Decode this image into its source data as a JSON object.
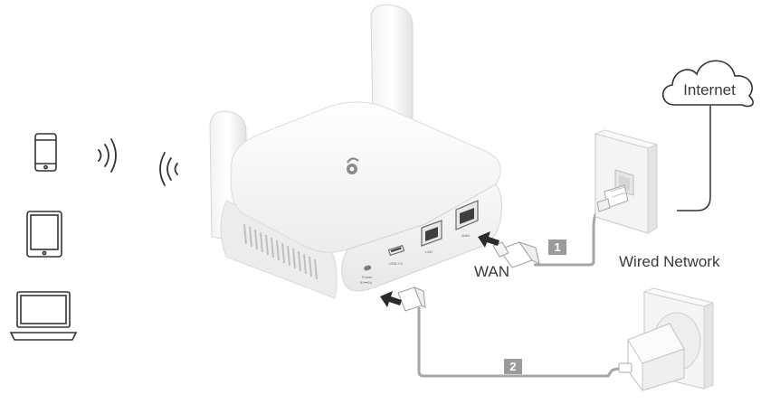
{
  "labels": {
    "internet": "Internet",
    "wired_network": "Wired Network",
    "wan": "WAN",
    "step1": "1",
    "step2": "2"
  },
  "router_ports": {
    "power": "Power",
    "power_spec": "5V⎓2A",
    "usb": "USB 2.0",
    "lan": "LAN",
    "wan": "WAN"
  },
  "colors": {
    "line": "#333333",
    "cable": "#a6a6a6",
    "badge": "#9b9b9b",
    "device_body": "#f7f7f7",
    "device_shadow": "#e6e6e6",
    "logo": "#8a8a8a"
  },
  "icons": {
    "client_devices": [
      "phone-icon",
      "tablet-icon",
      "laptop-icon"
    ],
    "wireless": "wifi-waves-icon",
    "cloud": "cloud-icon",
    "outlet": "power-outlet-icon",
    "ethernet_jack": "ethernet-wall-jack-icon"
  }
}
